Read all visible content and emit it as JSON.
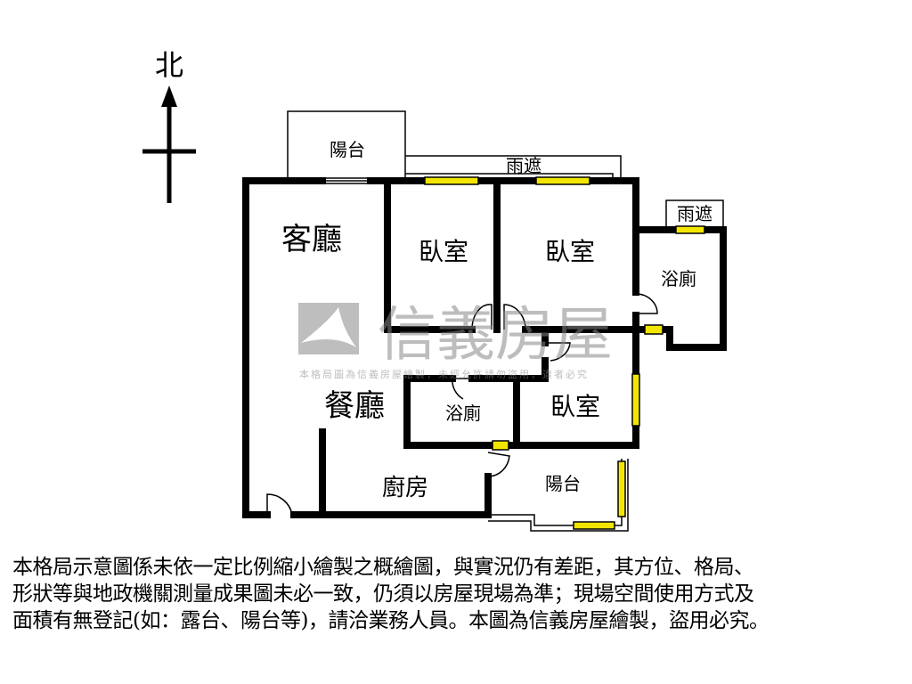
{
  "compass": {
    "north_label": "北"
  },
  "rooms": {
    "living": "客廳",
    "dining": "餐廳",
    "bedroom1": "臥室",
    "bedroom2": "臥室",
    "bedroom3": "臥室",
    "bath1": "浴廁",
    "bath2": "浴廁",
    "kitchen": "廚房",
    "balcony_top": "陽台",
    "balcony_bottom": "陽台",
    "canopy_top": "雨遮",
    "canopy_right": "雨遮"
  },
  "watermark": {
    "brand": "信義房屋",
    "subtitle": "本格局圖為信義房屋繪製，未經允許請勿盜用，違者必究"
  },
  "colors": {
    "wall": "#000000",
    "window": "#f2e600",
    "watermark": "#999999"
  },
  "disclaimer": {
    "line1": "本格局示意圖係未依一定比例縮小繪製之概繪圖，與實況仍有差距，其方位、格局、",
    "line2": "形狀等與地政機關測量成果圖未必一致，仍須以房屋現場為準；現場空間使用方式及",
    "line3": "面積有無登記(如：露台、陽台等)，請洽業務人員。本圖為信義房屋繪製，盜用必究。"
  }
}
